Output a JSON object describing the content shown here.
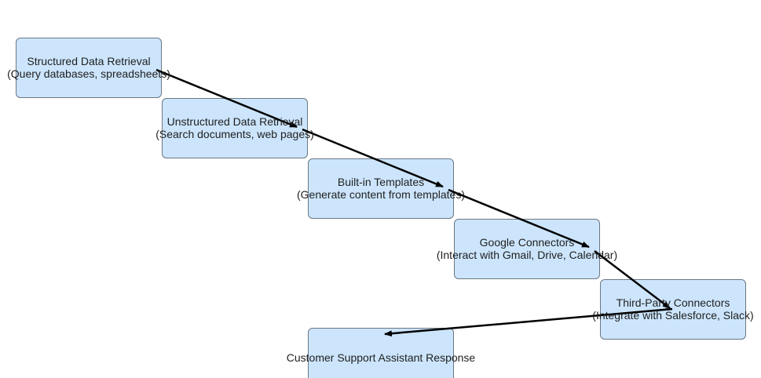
{
  "nodes": [
    {
      "line1": "Structured Data Retrieval",
      "line2": "(Query databases, spreadsheets)"
    },
    {
      "line1": "Unstructured Data Retrieval",
      "line2": "(Search documents, web pages)"
    },
    {
      "line1": "Built-in Templates",
      "line2": "(Generate content from templates)"
    },
    {
      "line1": "Google Connectors",
      "line2": "(Interact with Gmail, Drive, Calendar)"
    },
    {
      "line1": "Third-Party Connectors",
      "line2": "(Integrate with Salesforce, Slack)"
    },
    {
      "line1": "Customer Support Assistant Response",
      "line2": ""
    }
  ],
  "colors": {
    "node_fill": "#cce5fc",
    "node_border": "#6b7785",
    "arrow": "#000000"
  }
}
